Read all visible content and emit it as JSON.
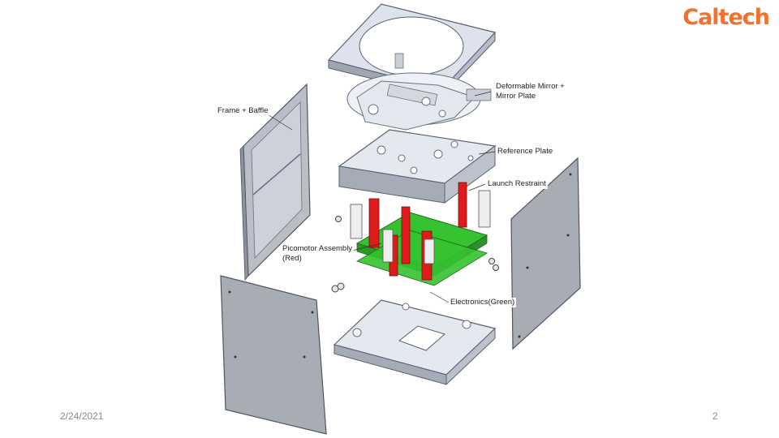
{
  "logo": {
    "text": "Caltech",
    "color": "#F2712C"
  },
  "labels": {
    "mirror": [
      "Deformable Mirror +",
      "Mirror Plate"
    ],
    "frame": "Frame + Baffle",
    "reference": "Reference Plate",
    "launch": "Launch Restraint",
    "picomotor": [
      "Picomotor Assembly",
      "(Red)"
    ],
    "electronics": "Electronics(Green)"
  },
  "footer": {
    "date": "2/24/2021",
    "page": "2"
  },
  "colors": {
    "metal": "#DDE2EC",
    "metal_dark": "#9FA6B2",
    "panel": "#A3A7AE",
    "picomotor": "#E01B1B",
    "electronics": "#35C32F"
  }
}
